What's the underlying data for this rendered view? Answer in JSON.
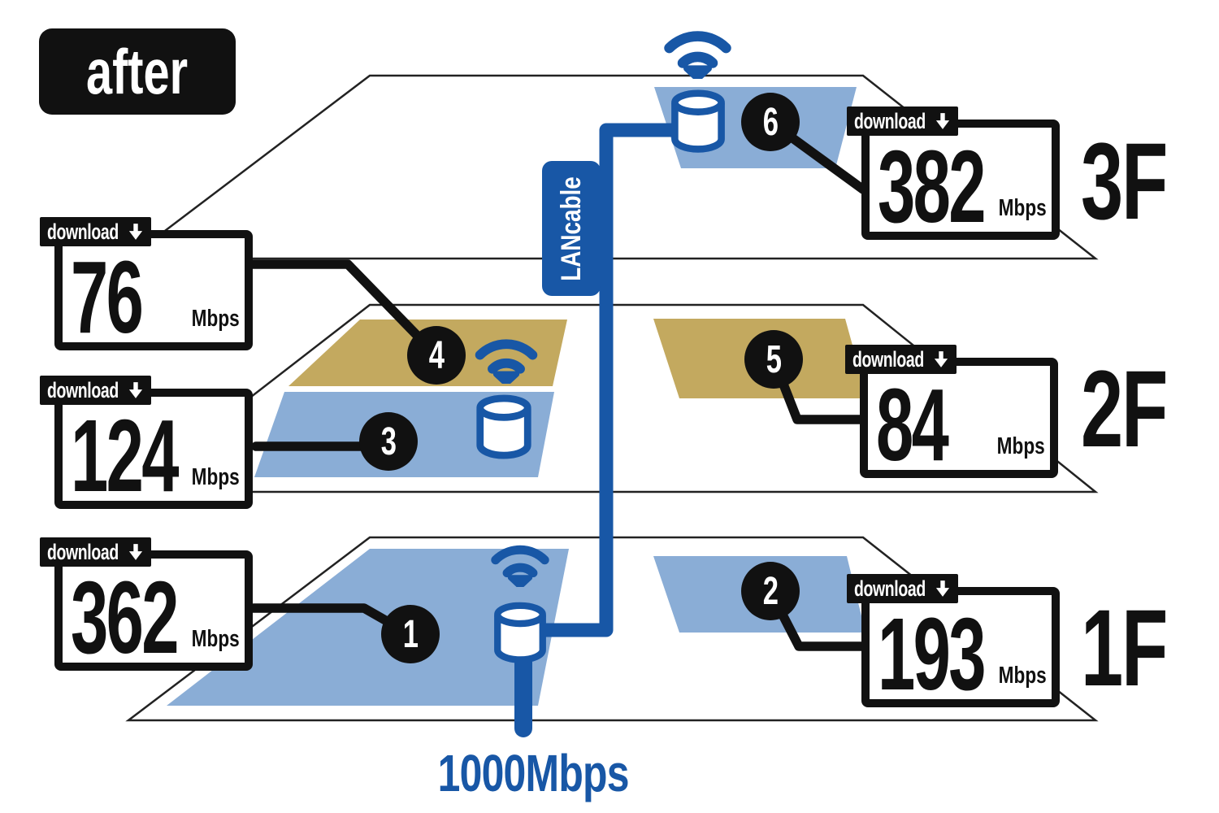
{
  "badge": {
    "label": "after"
  },
  "backbone": {
    "cable_label": "LANcable",
    "uplink_speed": "1000Mbps"
  },
  "measurement_label": "download",
  "unit": "Mbps",
  "floors": [
    {
      "label": "3F"
    },
    {
      "label": "2F"
    },
    {
      "label": "1F"
    }
  ],
  "measurements": [
    {
      "point": "1",
      "floor": "1F",
      "value": "362"
    },
    {
      "point": "2",
      "floor": "1F",
      "value": "193"
    },
    {
      "point": "3",
      "floor": "2F",
      "value": "124"
    },
    {
      "point": "4",
      "floor": "2F",
      "value": "76"
    },
    {
      "point": "5",
      "floor": "2F",
      "value": "84"
    },
    {
      "point": "6",
      "floor": "3F",
      "value": "382"
    }
  ],
  "colors": {
    "accent_blue": "#1857a6",
    "panel_blue": "#8aadd6",
    "panel_gold": "#c3a95f",
    "ink": "#111111"
  }
}
